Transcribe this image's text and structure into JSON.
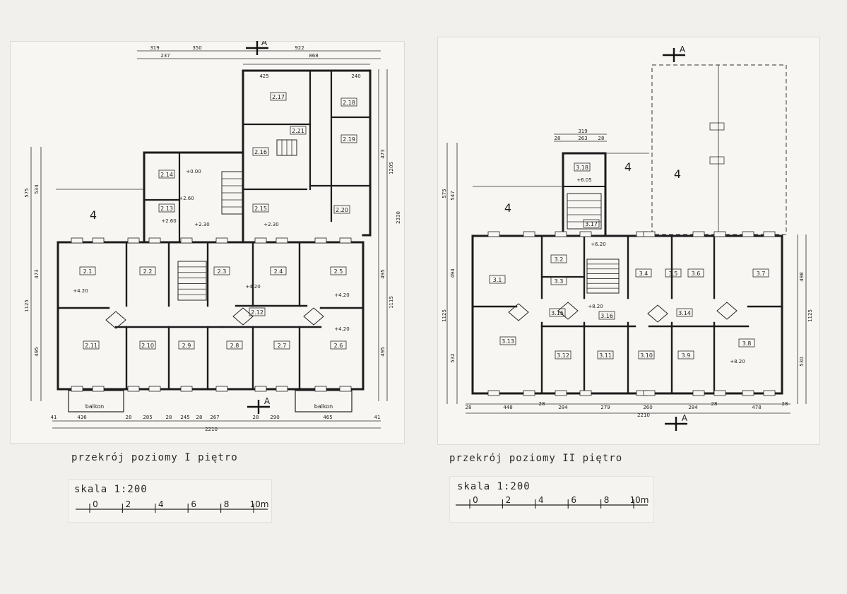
{
  "plans": [
    {
      "id": "first",
      "caption": "przekrój poziomy  I piętro",
      "scale_title": "skala 1:200",
      "scale_ticks": [
        "0",
        "2",
        "4",
        "6",
        "8",
        "10m"
      ],
      "section_marker": "A",
      "area_label": "4",
      "rooms": [
        "2.1",
        "2.2",
        "2.3",
        "2.4",
        "2.5",
        "2.6",
        "2.7",
        "2.8",
        "2.9",
        "2.10",
        "2.11",
        "2.12",
        "2.13",
        "2.14",
        "2.15",
        "2.16",
        "2.17",
        "2.18",
        "2.19",
        "2.20",
        "2.21"
      ],
      "top_dims": [
        "319",
        "350",
        "922",
        "237",
        "868",
        "425",
        "240"
      ],
      "bottom_dims": [
        "41",
        "436",
        "28",
        "285",
        "28",
        "245",
        "28",
        "267",
        "28",
        "290",
        "465",
        "41",
        "2210"
      ],
      "right_dims": [
        "473",
        "1205",
        "2330",
        "495",
        "1115",
        "495"
      ],
      "left_dims": [
        "575",
        "534",
        "473",
        "1125",
        "495"
      ],
      "levels": [
        "+4.20",
        "+4.20",
        "+4.20",
        "+4.20",
        "+2.60",
        "+2.60",
        "+2.30",
        "+2.30",
        "+0.00"
      ],
      "balcony_label": "balkon"
    },
    {
      "id": "second",
      "caption": "przekrój poziomy   II piętro",
      "scale_title": "skala 1:200",
      "scale_ticks": [
        "0",
        "2",
        "4",
        "6",
        "8",
        "10m"
      ],
      "section_marker": "A",
      "area_label": "4",
      "rooms": [
        "3.1",
        "3.2",
        "3.3",
        "3.4",
        "3.5",
        "3.6",
        "3.7",
        "3.8",
        "3.9",
        "3.10",
        "3.11",
        "3.12",
        "3.13",
        "3.14",
        "3.15",
        "3.16",
        "3.17",
        "3.18"
      ],
      "top_dims": [
        "319",
        "263",
        "28",
        "28"
      ],
      "bottom_dims": [
        "28",
        "448",
        "28",
        "284",
        "279",
        "260",
        "284",
        "28",
        "478",
        "28",
        "2210"
      ],
      "right_dims": [
        "498",
        "1125",
        "530"
      ],
      "left_dims": [
        "575",
        "547",
        "494",
        "1125",
        "532"
      ],
      "levels": [
        "+8.20",
        "+8.20",
        "+6.20",
        "+6.05"
      ]
    }
  ]
}
